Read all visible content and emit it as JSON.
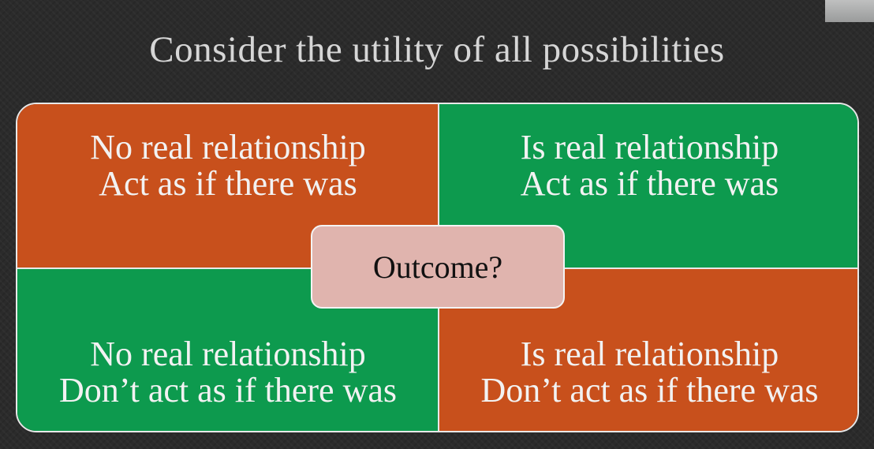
{
  "title": "Consider the utility of all possibilities",
  "colors": {
    "orange": "#c8501c",
    "green": "#0d9a4e",
    "center": "#e0b4ae",
    "background": "#2b2b2b"
  },
  "quadrants": {
    "top_left": {
      "line1": "No real relationship",
      "line2": "Act as if there was",
      "color": "orange"
    },
    "top_right": {
      "line1": "Is real relationship",
      "line2": "Act as if there was",
      "color": "green"
    },
    "bottom_left": {
      "line1": "No real relationship",
      "line2": "Don’t act as if there was",
      "color": "green"
    },
    "bottom_right": {
      "line1": "Is real relationship",
      "line2": "Don’t act as if there was",
      "color": "orange"
    }
  },
  "center": {
    "label": "Outcome?"
  }
}
